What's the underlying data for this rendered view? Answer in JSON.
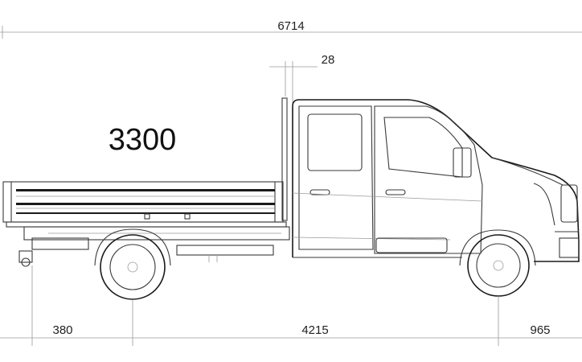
{
  "dimensions": {
    "overall_length": "6714",
    "cab_gap": "28",
    "body_length": "3300",
    "rear_overhang": "380",
    "wheelbase": "4215",
    "front_overhang": "965"
  }
}
